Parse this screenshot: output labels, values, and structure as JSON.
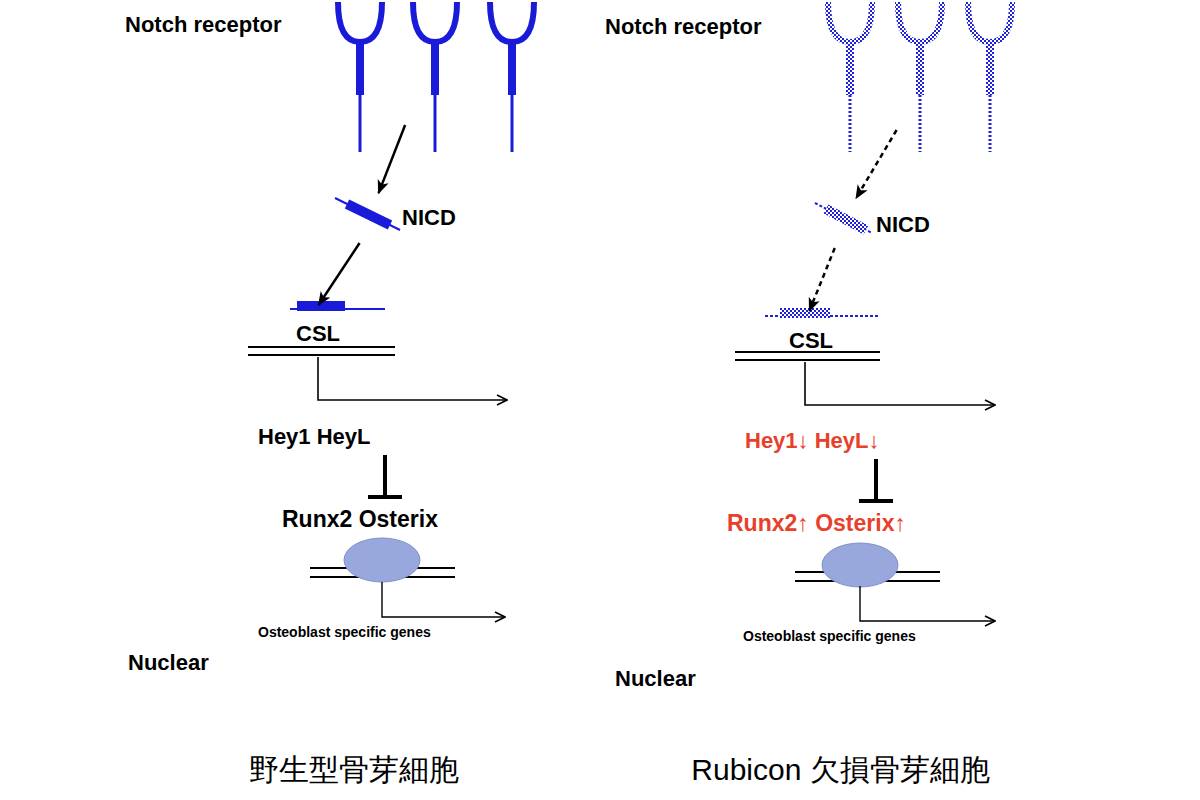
{
  "diagram": {
    "nodes": [
      {
        "text": [
          "野生型骨芽細胞"
        ]
      },
      {
        "text": [
          "Notch receptor"
        ]
      },
      {
        "text": [
          "NICD"
        ],
        "in": 0
      },
      {
        "text": [
          "Nuclear"
        ],
        "in": 0
      },
      {
        "text": [
          "CSL"
        ],
        "in": 3
      },
      {
        "text": [
          "Rubicon 欠損骨芽細胞"
        ]
      },
      {
        "text": [
          "Notch receptor"
        ]
      },
      {
        "text": [
          "NICD"
        ],
        "in": 5
      },
      {
        "text": [
          "Nuclear"
        ],
        "in": 5
      },
      {
        "text": [
          "CSL"
        ],
        "in": 8
      }
    ],
    "edges": [
      {
        "from": 1,
        "to": 2,
        "arrow": "to"
      },
      {
        "from": 2,
        "to": 4,
        "arrow": "to"
      },
      {
        "from": 6,
        "to": 7,
        "arrow": "to"
      },
      {
        "from": 7,
        "to": 9,
        "arrow": "to"
      }
    ],
    "labels": [
      "Hey1 HeyL",
      "Runx2 Osterix",
      "Osteoblast specific genes",
      "Hey1↓ HeyL↓",
      "Runx2↑ Osterix↑",
      "Osteoblast specific genes"
    ]
  }
}
